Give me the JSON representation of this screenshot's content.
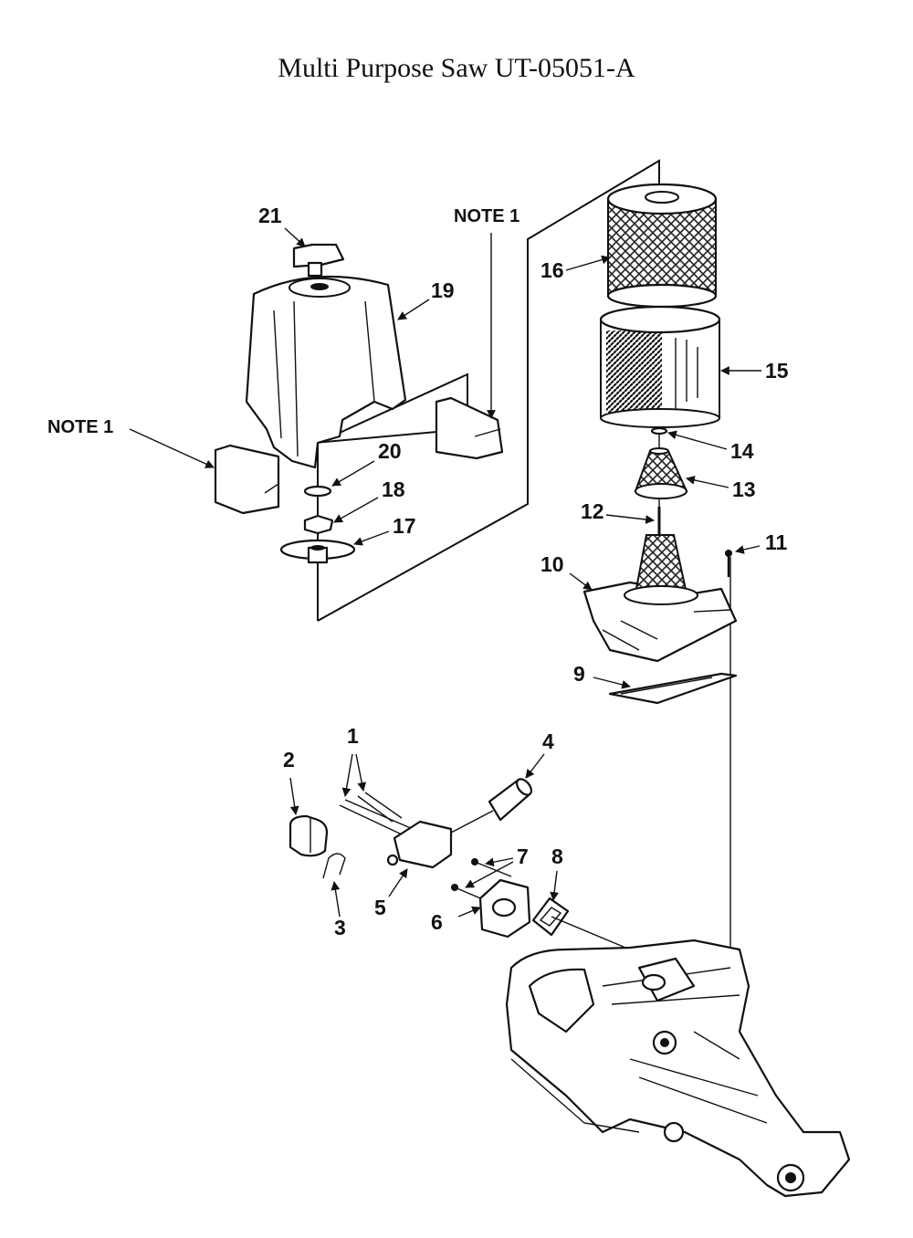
{
  "title": "Multi Purpose Saw UT-05051-A",
  "callouts": {
    "c1": "1",
    "c2": "2",
    "c3": "3",
    "c4": "4",
    "c5": "5",
    "c6": "6",
    "c7": "7",
    "c8": "8",
    "c9": "9",
    "c10": "10",
    "c11": "11",
    "c12": "12",
    "c13": "13",
    "c14": "14",
    "c15": "15",
    "c16": "16",
    "c17": "17",
    "c18": "18",
    "c19": "19",
    "c20": "20",
    "c21": "21"
  },
  "notes": {
    "left": "NOTE 1",
    "right": "NOTE 1"
  }
}
